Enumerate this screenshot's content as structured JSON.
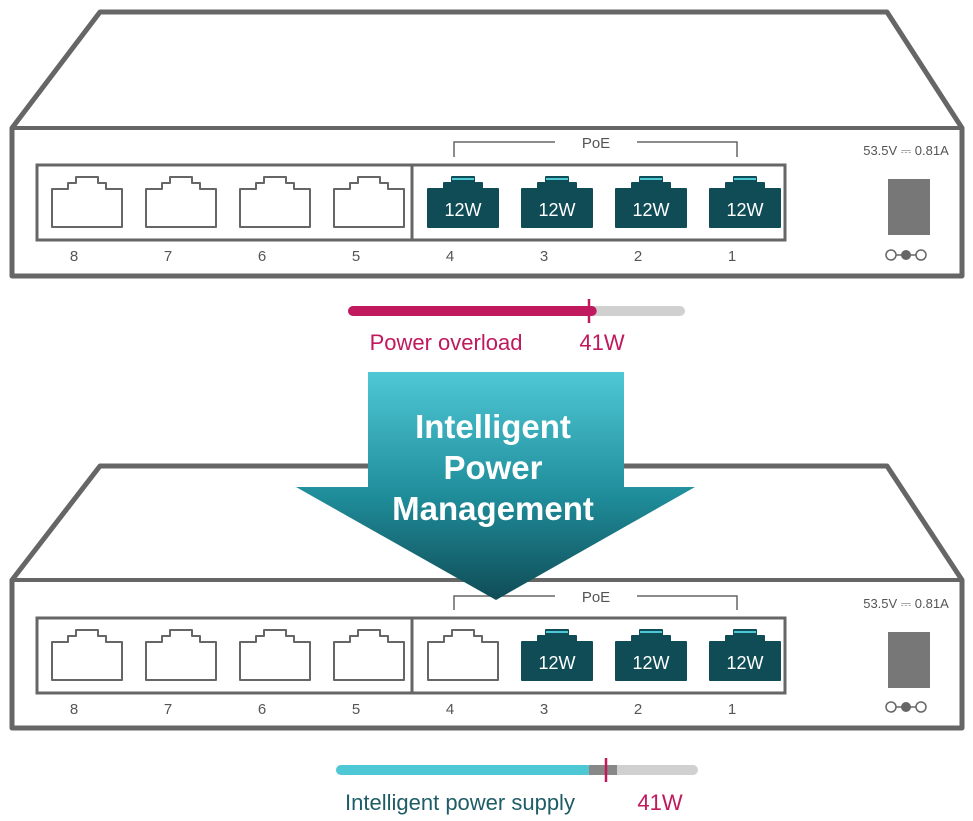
{
  "colors": {
    "overload": "#C0195E",
    "intelligent_bar": "#4FC8D6",
    "intelligent_text": "#1E5C66",
    "port_active": "#0F4C56",
    "bar_track": "#D0D0D0",
    "outline": "#666666"
  },
  "switches": [
    {
      "poe_label": "PoE",
      "spec_label": "53.5V ⎓ 0.81A",
      "power_connector_icon": "dc-polarity-icon",
      "ports": [
        {
          "number": "8",
          "active": false,
          "watt": ""
        },
        {
          "number": "7",
          "active": false,
          "watt": ""
        },
        {
          "number": "6",
          "active": false,
          "watt": ""
        },
        {
          "number": "5",
          "active": false,
          "watt": ""
        },
        {
          "number": "4",
          "active": true,
          "watt": "12W"
        },
        {
          "number": "3",
          "active": true,
          "watt": "12W"
        },
        {
          "number": "2",
          "active": true,
          "watt": "12W"
        },
        {
          "number": "1",
          "active": true,
          "watt": "12W"
        }
      ],
      "status": {
        "label": "Power overload",
        "value": "41W",
        "fill_fraction": 0.73,
        "tone": "overload"
      }
    },
    {
      "poe_label": "PoE",
      "spec_label": "53.5V ⎓ 0.81A",
      "power_connector_icon": "dc-polarity-icon",
      "ports": [
        {
          "number": "8",
          "active": false,
          "watt": ""
        },
        {
          "number": "7",
          "active": false,
          "watt": ""
        },
        {
          "number": "6",
          "active": false,
          "watt": ""
        },
        {
          "number": "5",
          "active": false,
          "watt": ""
        },
        {
          "number": "4",
          "active": false,
          "watt": ""
        },
        {
          "number": "3",
          "active": true,
          "watt": "12W"
        },
        {
          "number": "2",
          "active": true,
          "watt": "12W"
        },
        {
          "number": "1",
          "active": true,
          "watt": "12W"
        }
      ],
      "status": {
        "label": "Intelligent power supply",
        "value": "41W",
        "fill_fraction": 0.75,
        "tone": "intelligent"
      }
    }
  ],
  "arrow": {
    "lines": [
      "Intelligent",
      "Power",
      "Management"
    ]
  }
}
